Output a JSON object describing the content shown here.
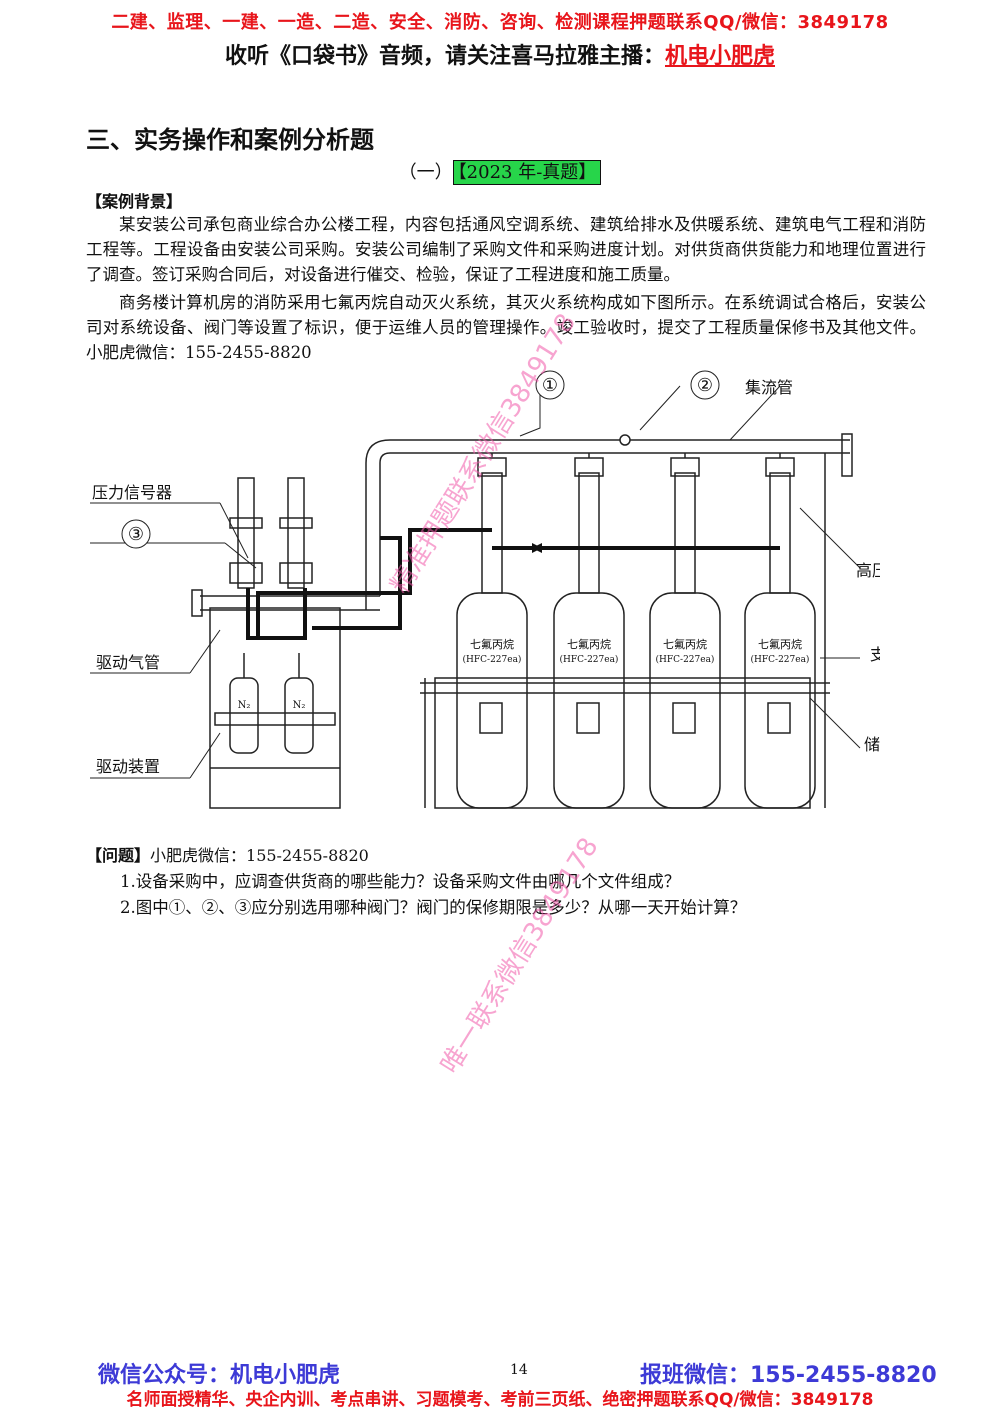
{
  "header": {
    "promo_line": "二建、监理、一建、一造、二造、安全、消防、咨询、检测课程押题联系QQ/微信：3849178",
    "listen_prefix": "收听《口袋书》音频，请关注喜马拉雅主播：",
    "listen_host": "机电小肥虎"
  },
  "section_title": "三、实务操作和案例分析题",
  "case_number": "（一）",
  "case_tag": "【2023 年-真题】",
  "background": {
    "label": "【案例背景】",
    "p1": "某安装公司承包商业综合办公楼工程，内容包括通风空调系统、建筑给排水及供暖系统、建筑电气工程和消防工程等。工程设备由安装公司采购。安装公司编制了采购文件和采购进度计划。对供货商供货能力和地理位置进行了调查。签订采购合同后，对设备进行催交、检验，保证了工程进度和施工质量。",
    "p2": "商务楼计算机房的消防采用七氟丙烷自动灭火系统，其灭火系统构成如下图所示。在系统调试合格后，安装公司对系统设备、阀门等设置了标识，便于运维人员的管理操作。竣工验收时，提交了工程质量保修书及其他文件。小肥虎微信：155-2455-8820"
  },
  "diagram": {
    "labels": {
      "pressure_signal": "压力信号器",
      "drive_gas_pipe": "驱动气管",
      "drive_device": "驱动装置",
      "manifold": "集流管",
      "high_pressure_hose": "高压软管",
      "bracket": "支架",
      "storage_bottle": "储存瓶",
      "n2": "N₂",
      "circle_1": "①",
      "circle_2": "②",
      "circle_3": "③"
    },
    "bottle_name": "七氟丙烷",
    "bottle_code": "(HFC-227ea)"
  },
  "questions": {
    "label": "【问题】",
    "contact": "小肥虎微信：155-2455-8820",
    "q1": "1.设备采购中，应调查供货商的哪些能力？设备采购文件由哪几个文件组成？",
    "q2": "2.图中①、②、③应分别选用哪种阀门？阀门的保修期限是多少？从哪一天开始计算？"
  },
  "watermarks": {
    "w1": "精准押题联系微信3849178",
    "w2": "唯一联系微信3849178"
  },
  "footer": {
    "wechat_public": "微信公众号：机电小肥虎",
    "page_number": "14",
    "enroll": "报班微信：155-2455-8820",
    "promo_line": "名师面授精华、央企内训、考点串讲、习题模考、考前三页纸、绝密押题联系QQ/微信：3849178"
  },
  "colors": {
    "red": "#e8151b",
    "blue": "#3d3ad6",
    "tag_green": "#27d54a",
    "watermark_pink": "#f05aaa"
  }
}
